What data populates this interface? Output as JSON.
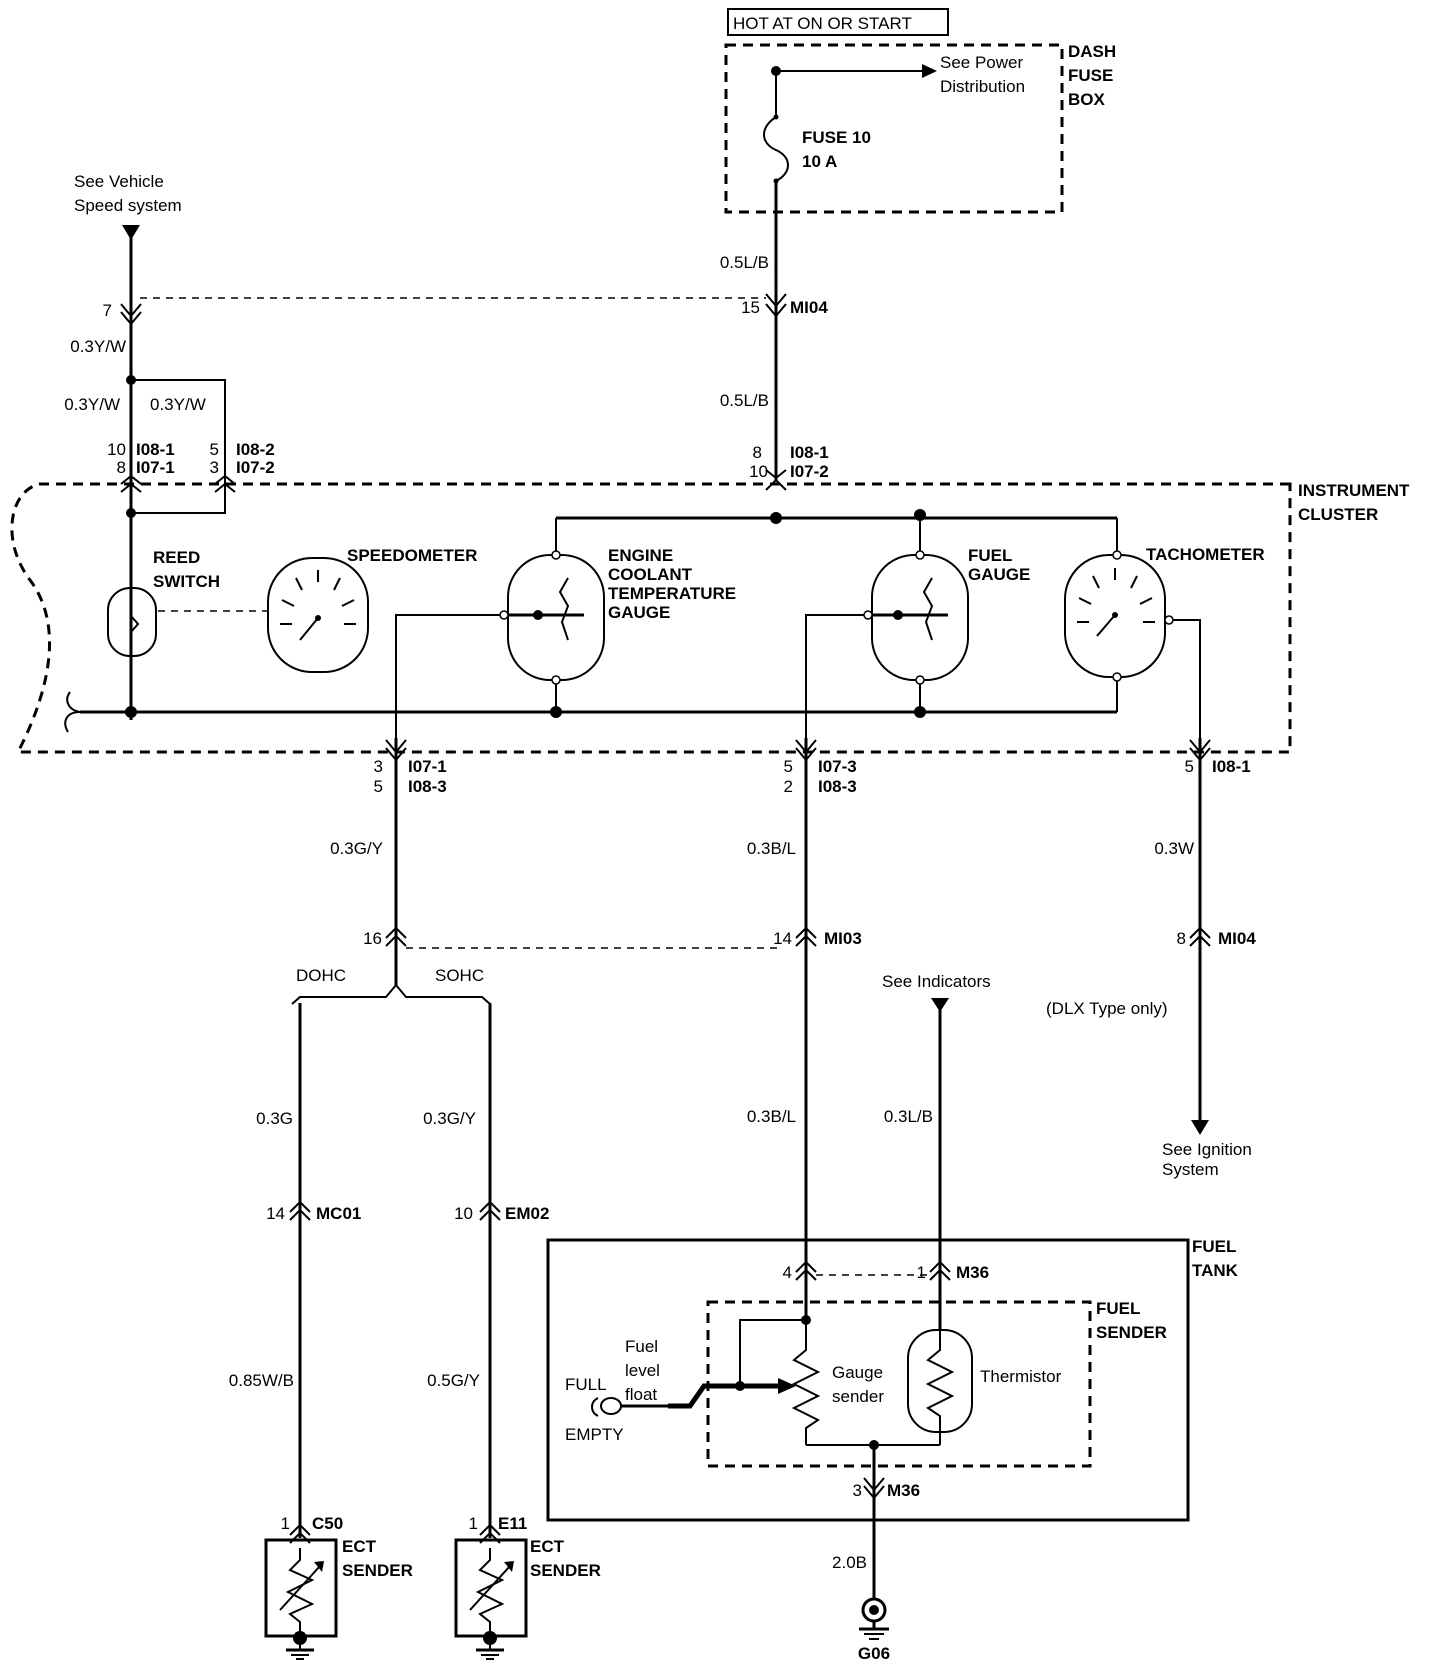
{
  "power": {
    "hot_label": "HOT AT ON OR START",
    "see_power_line1": "See Power",
    "see_power_line2": "Distribution",
    "box_line1": "DASH",
    "box_line2": "FUSE",
    "box_line3": "BOX",
    "fuse_line1": "FUSE 10",
    "fuse_line2": "10 A"
  },
  "wires": {
    "w_05lb_a": "0.5L/B",
    "w_05lb_b": "0.5L/B",
    "w_03yw_a": "0.3Y/W",
    "w_03yw_b": "0.3Y/W",
    "w_03yw_c": "0.3Y/W",
    "w_03gy_a": "0.3G/Y",
    "w_03bl_a": "0.3B/L",
    "w_03w": "0.3W",
    "w_03g": "0.3G",
    "w_03gy_b": "0.3G/Y",
    "w_03bl_b": "0.3B/L",
    "w_03lb": "0.3L/B",
    "w_085wb": "0.85W/B",
    "w_05gy": "0.5G/Y",
    "w_20b": "2.0B"
  },
  "connectors": {
    "mi04_top": {
      "pin": "15",
      "name": "MI04"
    },
    "vs_pin": "7",
    "i08_1_left": {
      "pin": "10",
      "name": "I08-1"
    },
    "i07_1_left": {
      "pin": "8",
      "name": "I07-1"
    },
    "i08_2_left": {
      "pin": "5",
      "name": "I08-2"
    },
    "i07_2_left": {
      "pin": "3",
      "name": "I07-2"
    },
    "i08_1_top": {
      "pin": "8",
      "name": "I08-1"
    },
    "i07_2_top": {
      "pin": "10",
      "name": "I07-2"
    },
    "i07_1_bot": {
      "pin": "3",
      "name": "I07-1"
    },
    "i08_3_bot_a": {
      "pin": "5",
      "name": "I08-3"
    },
    "i07_3_bot": {
      "pin": "5",
      "name": "I07-3"
    },
    "i08_3_bot_b": {
      "pin": "2",
      "name": "I08-3"
    },
    "i08_1_bot": {
      "pin": "5",
      "name": "I08-1"
    },
    "mi03_a_pin": "16",
    "mi03_b": {
      "pin": "14",
      "name": "MI03"
    },
    "mi04_bot": {
      "pin": "8",
      "name": "MI04"
    },
    "mc01": {
      "pin": "14",
      "name": "MC01"
    },
    "em02": {
      "pin": "10",
      "name": "EM02"
    },
    "m36_a_pin": "4",
    "m36_b": {
      "pin": "1",
      "name": "M36"
    },
    "m36_c": {
      "pin": "3",
      "name": "M36"
    },
    "c50": {
      "pin": "1",
      "name": "C50"
    },
    "e11": {
      "pin": "1",
      "name": "E11"
    },
    "ground": "G06"
  },
  "notes": {
    "see_vehicle_line1": "See Vehicle",
    "see_vehicle_line2": "Speed system",
    "dohc": "DOHC",
    "sohc": "SOHC",
    "see_indicators": "See Indicators",
    "dlx": "(DLX Type only)",
    "see_ignition_line1": "See Ignition",
    "see_ignition_line2": "System"
  },
  "cluster": {
    "title_line1": "INSTRUMENT",
    "title_line2": "CLUSTER",
    "reed_line1": "REED",
    "reed_line2": "SWITCH",
    "speedometer": "SPEEDOMETER",
    "ect_line1": "ENGINE",
    "ect_line2": "COOLANT",
    "ect_line3": "TEMPERATURE",
    "ect_line4": "GAUGE",
    "fuel_line1": "FUEL",
    "fuel_line2": "GAUGE",
    "tachometer": "TACHOMETER"
  },
  "tank": {
    "tank_line1": "FUEL",
    "tank_line2": "TANK",
    "sender_line1": "FUEL",
    "sender_line2": "SENDER",
    "float_line1": "Fuel",
    "float_line2": "level",
    "float_line3": "float",
    "full": "FULL",
    "empty": "EMPTY",
    "gauge_sender_line1": "Gauge",
    "gauge_sender_line2": "sender",
    "thermistor": "Thermistor"
  },
  "ect_senders": {
    "left_line1": "ECT",
    "left_line2": "SENDER",
    "right_line1": "ECT",
    "right_line2": "SENDER"
  }
}
